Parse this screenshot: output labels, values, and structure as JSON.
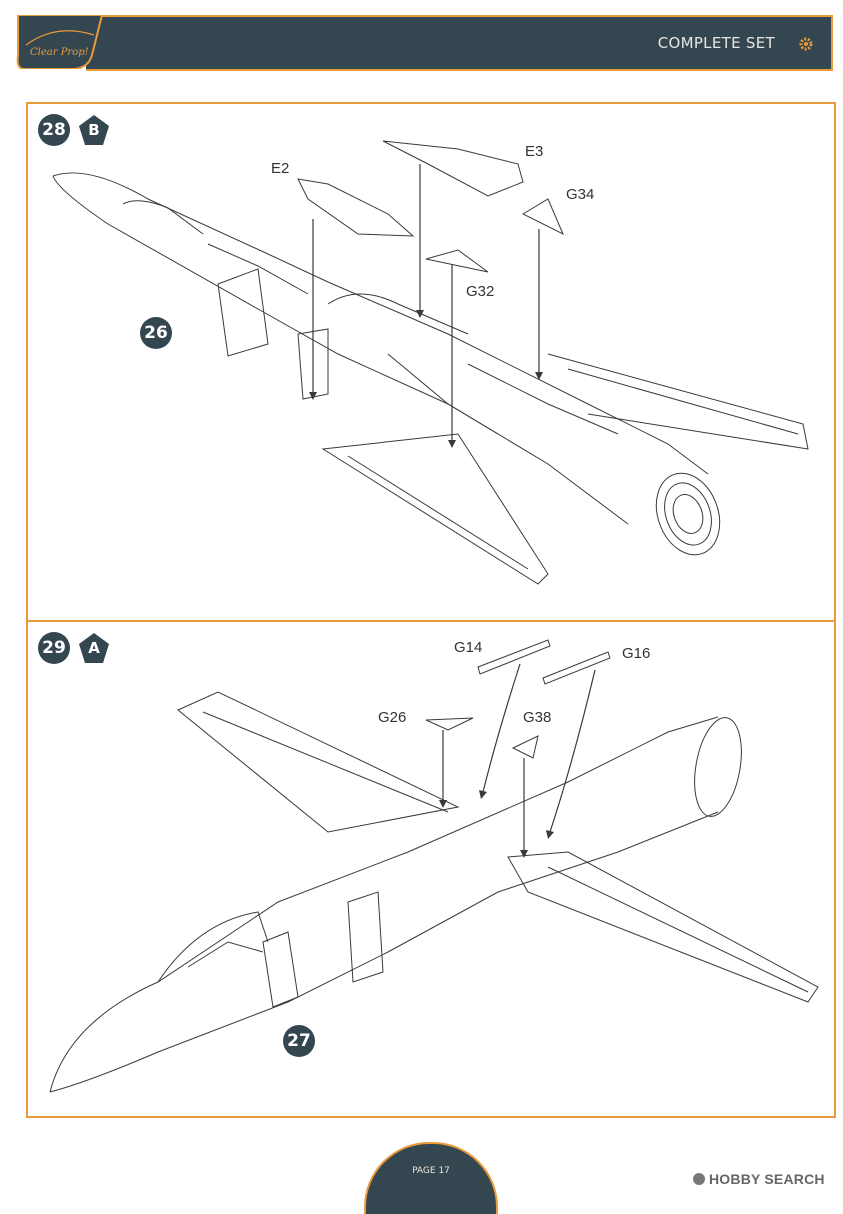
{
  "header": {
    "brand_text": "Clear Prop!",
    "title": "COMPLETE SET"
  },
  "steps": [
    {
      "number": "28",
      "variant": "B",
      "subassembly_callout": "26",
      "parts": [
        "E2",
        "E3",
        "G34",
        "G32"
      ]
    },
    {
      "number": "29",
      "variant": "A",
      "subassembly_callout": "27",
      "parts": [
        "G14",
        "G16",
        "G26",
        "G38"
      ]
    }
  ],
  "footer": {
    "page": "PAGE 17",
    "watermark": "HOBBY SEARCH"
  },
  "colors": {
    "accent": "#e99b3a",
    "dark": "#344650",
    "line": "#3a3a3a"
  }
}
